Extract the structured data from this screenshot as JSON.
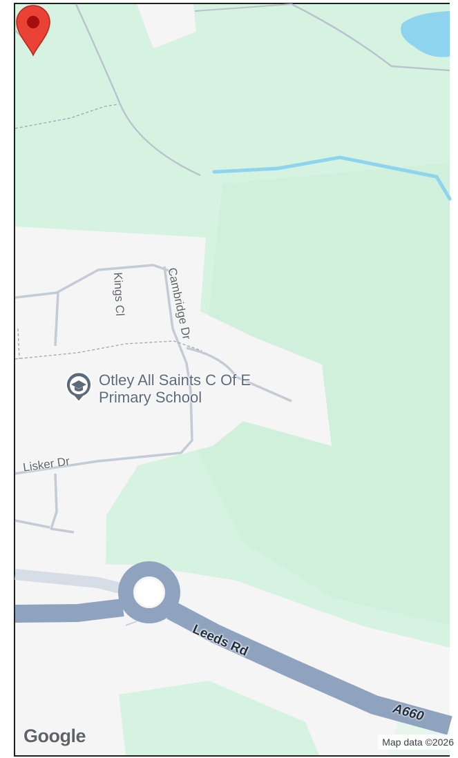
{
  "map": {
    "streets": {
      "kings_cl": "Kings Cl",
      "cambridge_dr": "Cambridge Dr",
      "lisker_dr": "Lisker Dr",
      "leeds_rd": "Leeds Rd"
    },
    "route_shield": "A660",
    "poi": {
      "name": "Otley All Saints C Of E Primary School",
      "icon": "school-icon"
    },
    "marker": {
      "icon": "map-pin-icon",
      "color": "#ea4335"
    },
    "footer": {
      "logo": "Google",
      "attribution": "Map data ©2026"
    },
    "colors": {
      "park": "#d6f3e1",
      "land": "#f4f5f4",
      "water": "#8fd4ef",
      "major_road": "#8fa3bf",
      "minor_road": "#c3cbd6",
      "poi_icon": "#5b6a7c"
    }
  }
}
